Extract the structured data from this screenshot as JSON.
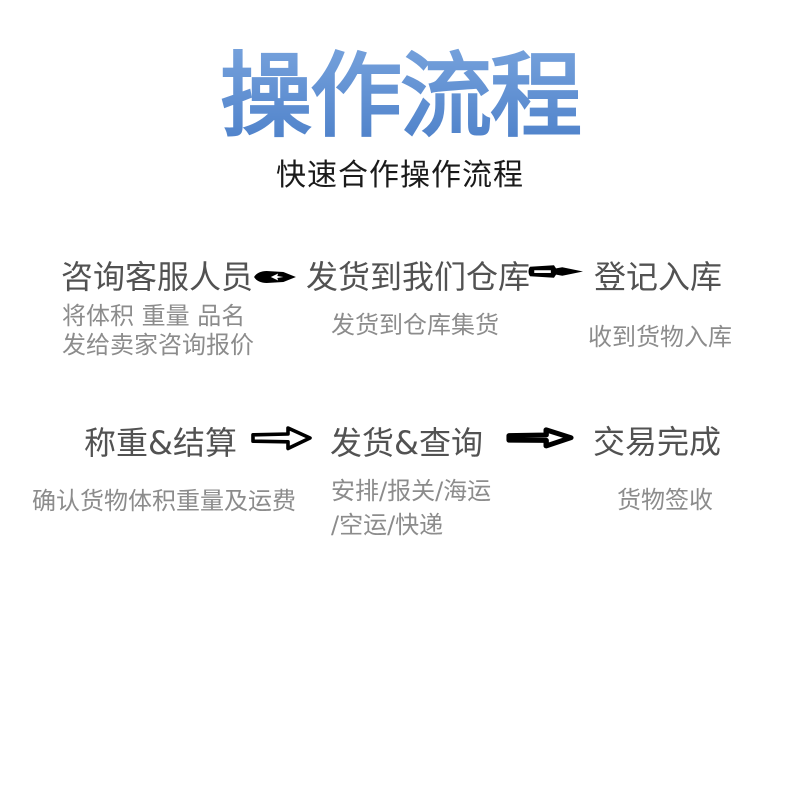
{
  "page": {
    "title": "操作流程",
    "subtitle": "快速合作操作流程"
  },
  "colors": {
    "title_gradient_top": "#7fa9e0",
    "title_gradient_bottom": "#4a7ec8",
    "subtitle_text": "#1a1a1a",
    "step_text": "#525252",
    "note_text": "#8c8c8c",
    "arrow": "#000000",
    "background": "#ffffff"
  },
  "flow": {
    "rows": [
      {
        "steps": [
          {
            "label": "咨询客服人员",
            "note_lines": [
              "将体积 重量 品名",
              "发给卖家咨询报价"
            ]
          },
          {
            "label": "发货到我们仓库",
            "note_lines": [
              "发货到仓库集货"
            ]
          },
          {
            "label": "登记入库",
            "note_lines": [
              "收到货物入库"
            ]
          }
        ],
        "arrow_style": "solid-sketch"
      },
      {
        "steps": [
          {
            "label": "称重&结算",
            "note_lines": [
              "确认货物体积重量及运费"
            ]
          },
          {
            "label": "发货&查询",
            "note_lines": [
              "安排/报关/海运",
              "/空运/快递"
            ]
          },
          {
            "label": "交易完成",
            "note_lines": [
              "货物签收"
            ]
          }
        ],
        "arrow_style": "outline-block"
      }
    ]
  }
}
